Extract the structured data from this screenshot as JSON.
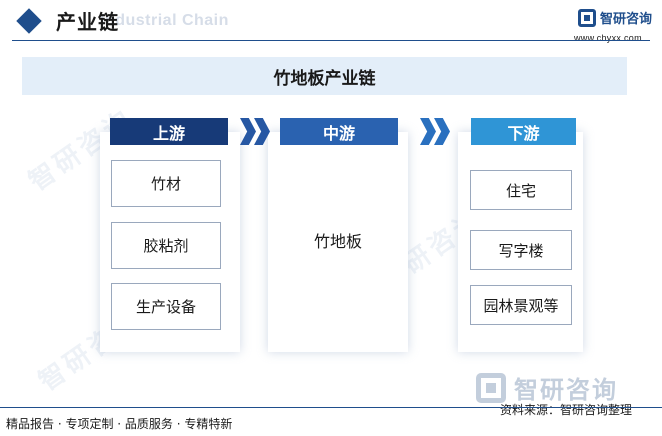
{
  "header": {
    "title": "产业链",
    "subtitle_watermark": "Industrial Chain",
    "logo_name": "智研咨询",
    "logo_url": "www.chyxx.com"
  },
  "diagram": {
    "title": "竹地板产业链",
    "columns": {
      "upstream": {
        "label": "上游",
        "items": [
          "竹材",
          "胶粘剂",
          "生产设备"
        ]
      },
      "midstream": {
        "label": "中游",
        "items": [
          "竹地板"
        ]
      },
      "downstream": {
        "label": "下游",
        "items": [
          "住宅",
          "写字楼",
          "园林景观等"
        ]
      }
    }
  },
  "footer": {
    "brand": "智研咨询",
    "source": "资料来源：智研咨询整理",
    "slogan": "精品报告 · 专项定制 · 品质服务 · 专精特新"
  },
  "colors": {
    "navy": "#173a78",
    "mid_blue": "#2a62b0",
    "light_blue": "#2f95d6",
    "banner_bg": "#e3eef9"
  }
}
